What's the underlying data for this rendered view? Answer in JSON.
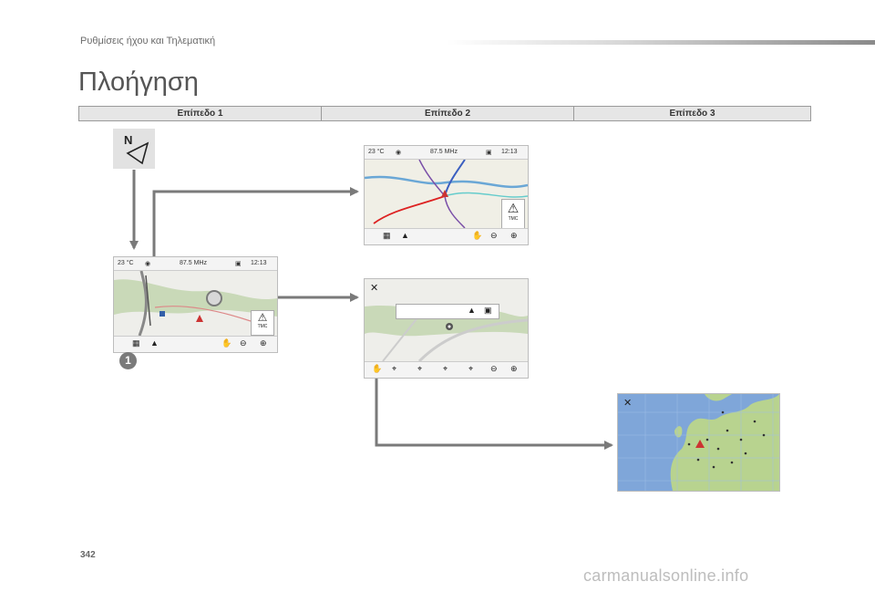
{
  "header": {
    "section": "Ρυθμίσεις ήχου και Τηλεματική"
  },
  "page": {
    "title": "Πλοήγηση",
    "number": "342"
  },
  "levels": [
    "Επίπεδο 1",
    "Επίπεδο 2",
    "Επίπεδο 3"
  ],
  "compass": {
    "letter": "N"
  },
  "status": {
    "temperature": "23 °C",
    "frequency": "87.5 MHz",
    "time": "12:13"
  },
  "tmc": {
    "label": "TMC"
  },
  "callout": {
    "number": "1"
  },
  "watermark": "carmanualsonline.info",
  "colors": {
    "arrow": "#7a7a7a",
    "europe_sea": "#7fa6d9",
    "europe_land": "#b8d38f"
  }
}
